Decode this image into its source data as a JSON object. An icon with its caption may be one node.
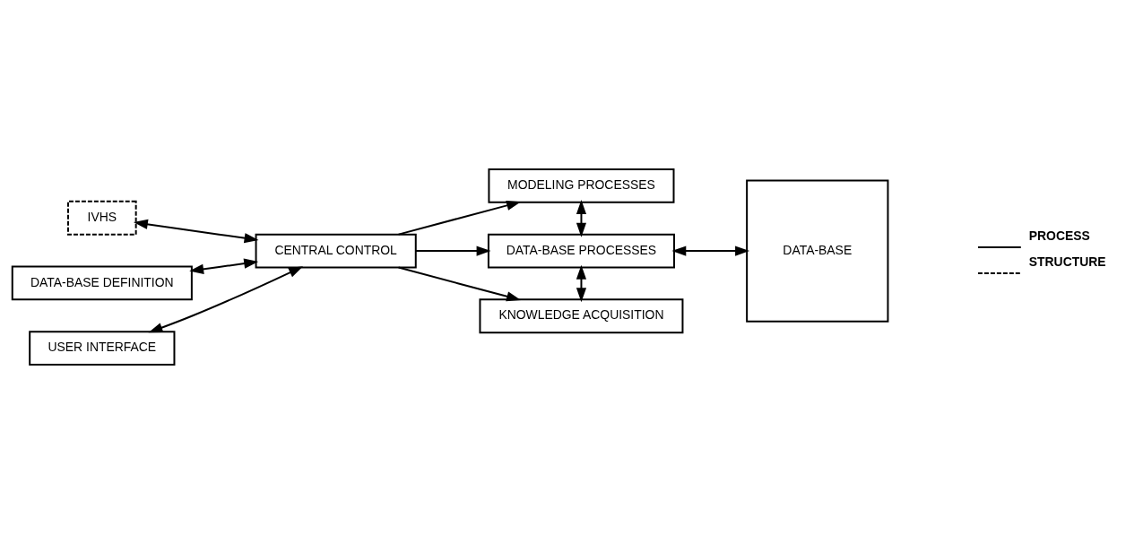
{
  "diagram": {
    "nodes": [
      {
        "text": [
          "IVHS"
        ]
      },
      {
        "text": [
          "DATA-BASE DEFINITION"
        ]
      },
      {
        "text": [
          "MODELING PROCESSES"
        ]
      },
      {
        "text": [
          "CENTRAL CONTROL"
        ]
      },
      {
        "text": [
          "DATA-BASE PROCESSES"
        ]
      },
      {
        "text": [
          "DATA-BASE"
        ]
      },
      {
        "text": [
          "USER INTERFACE"
        ]
      },
      {
        "text": [
          "KNOWLEDGE ACQUISITION"
        ]
      }
    ],
    "edges": [
      {
        "from": 0,
        "to": 3,
        "arrow": "both"
      },
      {
        "from": 1,
        "to": 3,
        "arrow": "both"
      },
      {
        "from": 3,
        "to": 2,
        "arrow": "to"
      },
      {
        "from": 3,
        "to": 4,
        "arrow": "to"
      },
      {
        "from": 3,
        "to": 7,
        "arrow": "to"
      },
      {
        "from": 3,
        "to": 6,
        "arrow": "both"
      },
      {
        "from": 2,
        "to": 4,
        "arrow": "both"
      },
      {
        "from": 4,
        "to": 5,
        "arrow": "both"
      },
      {
        "from": 4,
        "to": 7,
        "arrow": "both"
      }
    ],
    "legend": [
      {
        "text": "PROCESS"
      },
      {
        "text": "STRUCTURE"
      }
    ]
  }
}
